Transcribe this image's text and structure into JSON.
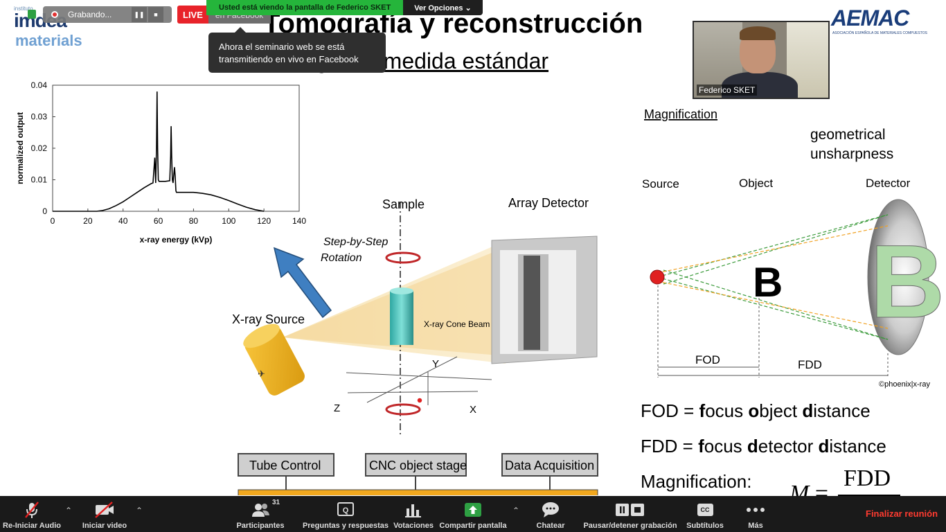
{
  "slide": {
    "title": "Tomografía y reconstrucción",
    "subtitle": "ogía de medida estándar",
    "logo_left": {
      "line1": "instituto",
      "line2": "imdea",
      "line3": "materials"
    },
    "logo_right": {
      "brand": "AEMAC",
      "sub": "ASOCIACIÓN ESPAÑOLA DE MATERIALES COMPUESTOS"
    },
    "ct_diagram": {
      "sample": "Sample",
      "array_detector": "Array Detector",
      "rotation": "Step-by-Step\nRotation",
      "xray_source": "X-ray Source",
      "cone_beam": "X-ray Cone Beam",
      "axis_y": "Y",
      "axis_z": "Z",
      "axis_x": "X",
      "tube_control": "Tube Control",
      "cnc_stage": "CNC object stage",
      "data_acquisition": "Data Acquisition"
    },
    "magnification": {
      "heading": "Magnification",
      "unsharpness": "geometrical\nunsharpness",
      "source": "Source",
      "object": "Object",
      "detector": "Detector",
      "fod": "FOD",
      "fdd": "FDD",
      "copyright": "©phoenix|x-ray"
    },
    "formulas": {
      "fod_line": [
        "FOD = ",
        "f",
        "ocus ",
        "o",
        "bject ",
        "d",
        "istance"
      ],
      "fdd_line": [
        "FDD = ",
        "f",
        "ocus ",
        "d",
        "etector ",
        "d",
        "istance"
      ],
      "mag_label": "Magnification:",
      "mag_symbol": "M",
      "mag_eq": "=",
      "mag_num": "FDD"
    },
    "colors": {
      "arrow": "#3f7fc1",
      "source_dot": "#e02020",
      "beam": "#f4d79a",
      "rays_green": "#3a9a3a",
      "rays_orange": "#f0a020"
    }
  },
  "chart_data": {
    "type": "line",
    "title": "",
    "xlabel": "x-ray energy (kVp)",
    "ylabel": "normalized output",
    "xlim": [
      0,
      140
    ],
    "ylim": [
      0,
      0.04
    ],
    "xticks": [
      0,
      20,
      40,
      60,
      80,
      100,
      120,
      140
    ],
    "yticks": [
      0,
      0.01,
      0.02,
      0.03,
      0.04
    ],
    "ytick_labels": [
      "0",
      "0.01",
      "0.02",
      "0.03",
      "0.04"
    ],
    "grid": false,
    "series": [
      {
        "x": [
          0,
          25,
          28,
          32,
          36,
          40,
          44,
          48,
          52,
          56,
          57,
          57.5,
          58,
          58.5,
          59,
          59.3,
          59.6,
          60,
          60.4,
          61,
          64,
          66.5,
          67,
          67.3,
          67.6,
          68,
          68.4,
          68.8,
          69.2,
          69.6,
          70,
          70.3,
          72,
          76,
          80,
          85,
          90,
          95,
          100,
          105,
          110,
          115,
          120
        ],
        "y": [
          0,
          0,
          0.0002,
          0.0008,
          0.0018,
          0.003,
          0.0045,
          0.006,
          0.0075,
          0.0088,
          0.009,
          0.013,
          0.017,
          0.009,
          0.02,
          0.038,
          0.02,
          0.01,
          0.0095,
          0.0095,
          0.0095,
          0.0097,
          0.0175,
          0.027,
          0.0175,
          0.01,
          0.009,
          0.0115,
          0.014,
          0.011,
          0.0065,
          0.006,
          0.006,
          0.006,
          0.006,
          0.0057,
          0.0052,
          0.0044,
          0.0034,
          0.0023,
          0.0013,
          0.0005,
          0.0
        ]
      }
    ]
  },
  "overlays": {
    "recording": {
      "label": "Grabando...",
      "pause": "❚❚",
      "stop": "■"
    },
    "live": {
      "label": "LIVE",
      "dest": "en Facebook"
    },
    "share_banner": {
      "viewing": "Usted está viendo la pantalla de Federico SKET",
      "options": "Ver Opciones ⌄"
    },
    "tooltip": "Ahora el seminario web se está transmitiendo en vivo en Facebook",
    "video_tile": {
      "name": "Federico SKET"
    }
  },
  "toolbar": {
    "audio": "Re-Iniciar Audio",
    "video": "Iniciar video",
    "participants": "Participantes",
    "participants_count": "31",
    "qa": "Preguntas y respuestas",
    "polls": "Votaciones",
    "share": "Compartir pantalla",
    "chat": "Chatear",
    "pause_rec": "Pausar/detener grabación",
    "captions": "Subtítulos",
    "captions_icon": "CC",
    "more": "Más",
    "end": "Finalizar reunión",
    "caret": "⌃"
  }
}
